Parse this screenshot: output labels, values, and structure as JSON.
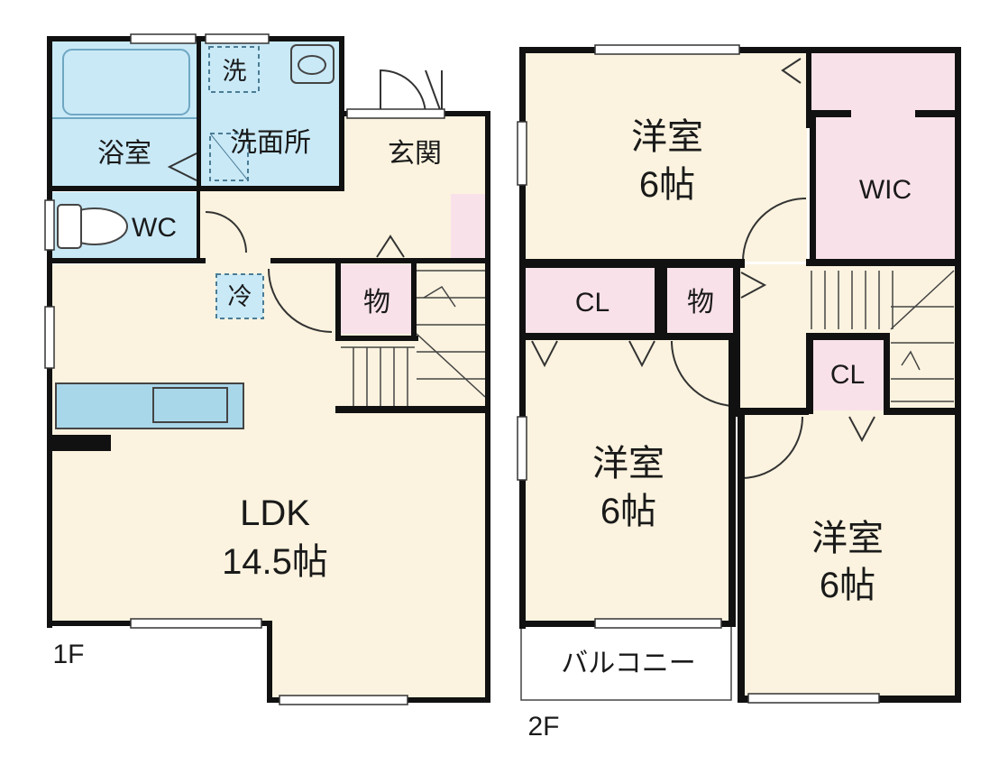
{
  "colors": {
    "living": "#fbf3df",
    "wet": "#c9e9f7",
    "storage": "#f9e1ea",
    "wall": "#111111",
    "counter": "#a9d7ea",
    "balcony": "#ffffff"
  },
  "floor1": {
    "label": "1F",
    "rooms": {
      "bath": "浴室",
      "washroom": "洗面所",
      "washer": "洗",
      "entrance": "玄関",
      "toilet": "WC",
      "fridge": "冷",
      "storage": "物",
      "ldk_name": "LDK",
      "ldk_size": "14.5帖"
    }
  },
  "floor2": {
    "label": "2F",
    "rooms": {
      "western_name": "洋室",
      "western_size": "6帖",
      "wic": "WIC",
      "closet": "CL",
      "storage": "物",
      "balcony": "バルコニー"
    }
  }
}
